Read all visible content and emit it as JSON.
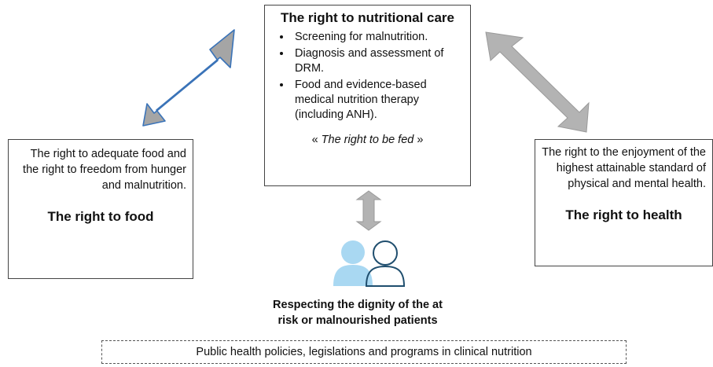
{
  "nutritional_care": {
    "title": "The right to nutritional care",
    "bullets": [
      "Screening for malnutrition.",
      "Diagnosis and assessment of DRM.",
      "Food and evidence-based medical nutrition therapy (including ANH)."
    ],
    "fed_prefix": "« ",
    "fed_text": "The right to be fed",
    "fed_suffix": " »"
  },
  "food": {
    "description": "The right to adequate food and the right to freedom from hunger and malnutrition.",
    "title": "The right to food"
  },
  "health": {
    "description": "The right to the enjoyment of the highest attainable standard of physical and mental health.",
    "title": "The right to health"
  },
  "dignity": {
    "text": "Respecting the dignity of the at risk or malnourished patients",
    "icon": "people-icon"
  },
  "policy": {
    "text": "Public health policies, legislations and programs in clinical nutrition"
  },
  "colors": {
    "left_arrow_fill": "#a5a5a5",
    "left_arrow_stroke": "#3a73b8",
    "gray_arrow": "#b3b3b3",
    "person_fill": "#a9d8f2",
    "person_stroke": "#1f4e6e"
  }
}
